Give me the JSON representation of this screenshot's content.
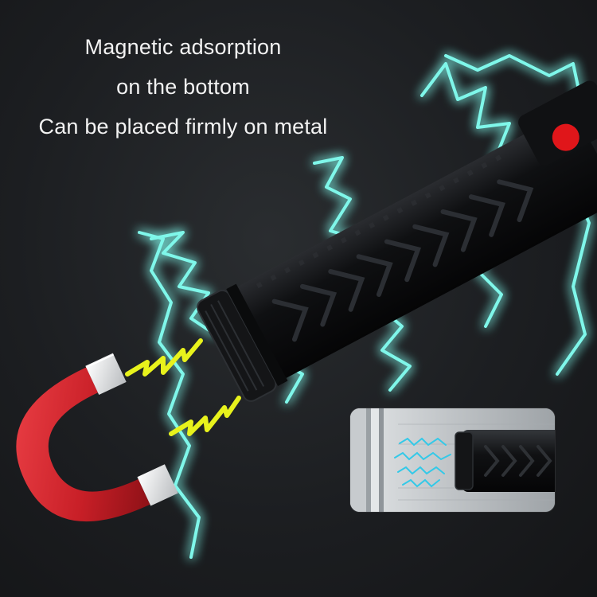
{
  "caption": {
    "line1": "Magnetic adsorption",
    "line2": "on the bottom",
    "line3": "Can be placed firmly on metal"
  },
  "icons": [
    "horseshoe-magnet-icon",
    "lightning-bolt-icon",
    "flashlight-icon"
  ],
  "colors": {
    "background": "#1c1e21",
    "glow": "#6ff5e6",
    "magnet_red": "#d8262e",
    "magnet_tip": "#e8e8e8",
    "spark_yellow": "#e8f21c",
    "flashlight_body": "#0d0e10",
    "switch_red": "#e0161a"
  }
}
